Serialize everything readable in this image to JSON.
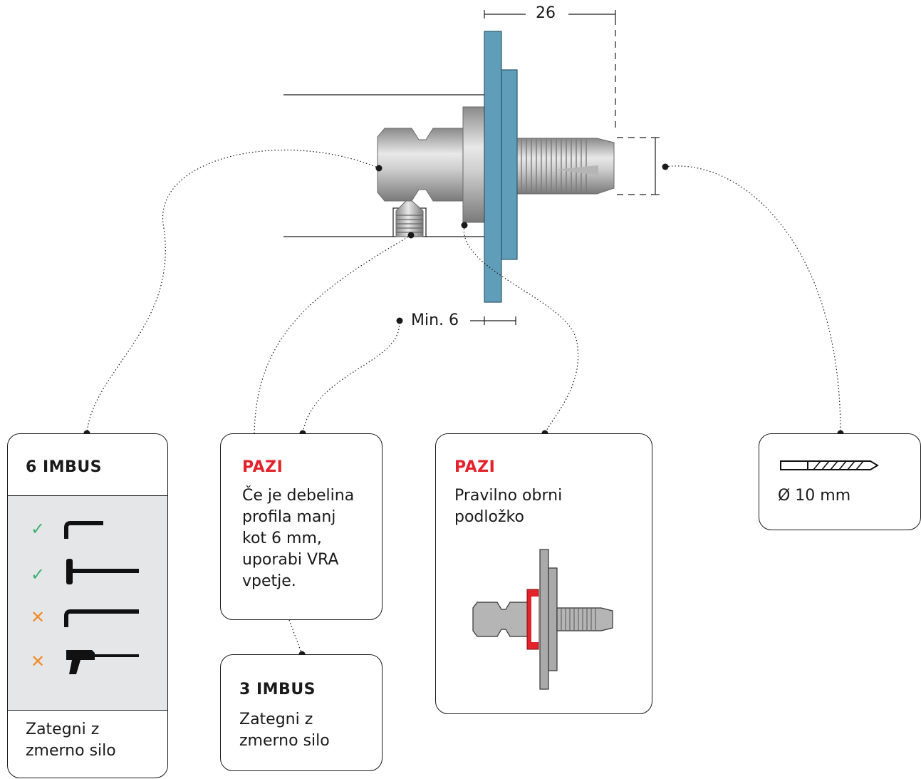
{
  "dimensions": {
    "top": "26",
    "min": "Min. 6"
  },
  "cards": {
    "imbus6": {
      "heading": "6 IMBUS",
      "tools": [
        {
          "status": "ok",
          "symbol": "✓",
          "tool": "l-key-short-icon"
        },
        {
          "status": "ok",
          "symbol": "✓",
          "tool": "t-handle-key-icon"
        },
        {
          "status": "no",
          "symbol": "✕",
          "tool": "l-key-long-icon"
        },
        {
          "status": "no",
          "symbol": "✕",
          "tool": "power-drill-icon"
        }
      ],
      "footer_line1": "Zategni z",
      "footer_line2": "zmerno silo"
    },
    "warn1": {
      "heading": "PAZI",
      "lines": [
        "Če je debelina",
        "profila manj",
        "kot 6 mm,",
        "uporabi VRA",
        "vpetje."
      ]
    },
    "imbus3": {
      "heading": "3 IMBUS",
      "line1": "Zategni z",
      "line2": "zmerno silo"
    },
    "warn2": {
      "heading": "PAZI",
      "line1": "Pravilno obrni",
      "line2": "podložko"
    },
    "drill": {
      "icon": "drill-bit-icon",
      "label": "Ø 10 mm"
    }
  },
  "colors": {
    "panel_blue": "#5f9db8",
    "warning_red": "#e3222b",
    "ok_green": "#3cb371",
    "no_orange": "#f28c28",
    "tool_bg": "#e5e6e8"
  }
}
